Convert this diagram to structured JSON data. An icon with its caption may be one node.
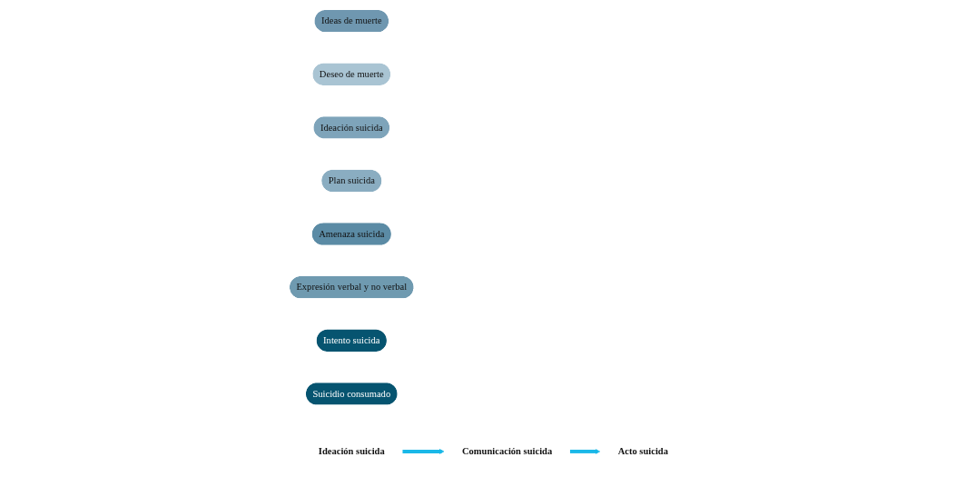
{
  "diagram": {
    "nodes": [
      {
        "text": [
          "Ideas de muerte"
        ]
      },
      {
        "text": [
          "Deseo de muerte"
        ]
      },
      {
        "text": [
          "Ideación suicida"
        ]
      },
      {
        "text": [
          "Plan suicida"
        ]
      },
      {
        "text": [
          "Amenaza suicida"
        ]
      },
      {
        "text": [
          "Expresión verbal y no verbal"
        ]
      },
      {
        "text": [
          "Intento suicida"
        ]
      },
      {
        "text": [
          "Suicidio consumado"
        ]
      },
      {
        "text": [
          "Ideación suicida"
        ]
      },
      {
        "text": [
          "Comunicación suicida"
        ]
      },
      {
        "text": [
          "Acto suicida"
        ]
      }
    ],
    "edges": [
      {
        "from": 8,
        "to": 9,
        "arrow": "to"
      },
      {
        "from": 9,
        "to": 10,
        "arrow": "to"
      }
    ]
  }
}
